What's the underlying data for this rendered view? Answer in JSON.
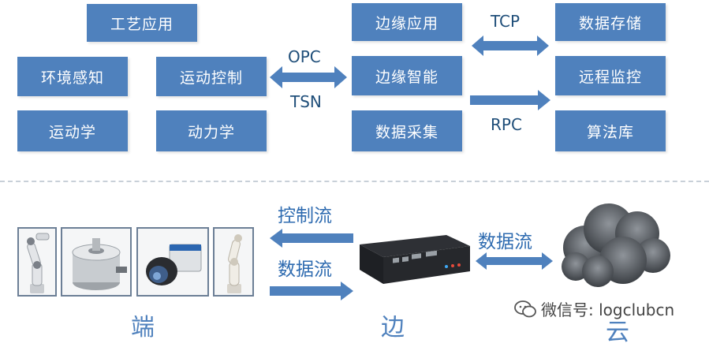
{
  "top": {
    "left_column": {
      "top": "工艺应用",
      "row2": [
        "环境感知",
        "运动控制"
      ],
      "row3": [
        "运动学",
        "动力学"
      ]
    },
    "protocols_left": [
      "OPC",
      "TSN"
    ],
    "edge_column": [
      "边缘应用",
      "边缘智能",
      "数据采集"
    ],
    "protocols_right": [
      "TCP",
      "RPC"
    ],
    "cloud_column": [
      "数据存储",
      "远程监控",
      "算法库"
    ]
  },
  "bottom": {
    "flow_control": "控制流",
    "flow_data_left": "数据流",
    "flow_data_right": "数据流",
    "caption_end": "端",
    "caption_edge": "边",
    "caption_cloud": "云",
    "watermark": "微信号: logclubcn"
  },
  "colors": {
    "box": "#4f81bd",
    "arrow": "#4f81bd",
    "text_dark": "#1f4e79"
  },
  "icons": [
    "robot-arm-icon",
    "load-cell-icon",
    "industrial-camera-icon",
    "cobot-arm-icon",
    "edge-gateway-icon",
    "cloud-icon",
    "wechat-icon"
  ]
}
